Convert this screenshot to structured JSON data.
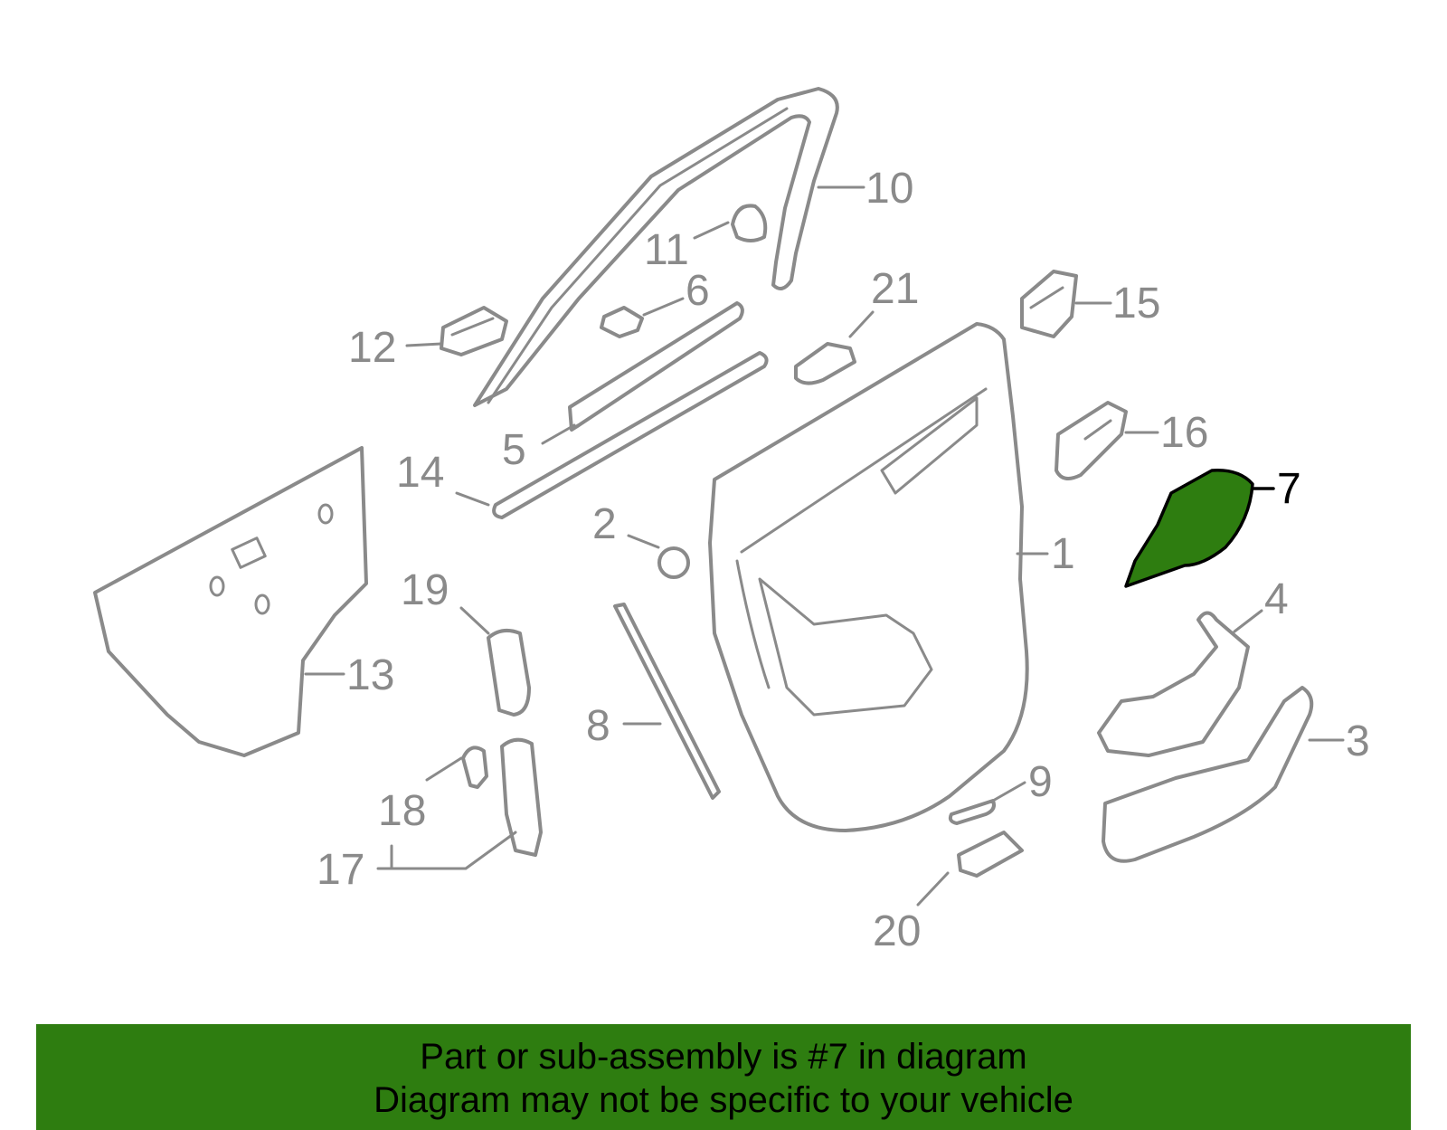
{
  "highlight": {
    "part_number": "7",
    "color": "#2e7d10",
    "outline_color": "#000000"
  },
  "part_color": "#8a8a8a",
  "callouts": {
    "c1": "1",
    "c2": "2",
    "c3": "3",
    "c4": "4",
    "c5": "5",
    "c6": "6",
    "c7": "7",
    "c8": "8",
    "c9": "9",
    "c10": "10",
    "c11": "11",
    "c12": "12",
    "c13": "13",
    "c14": "14",
    "c15": "15",
    "c16": "16",
    "c17": "17",
    "c18": "18",
    "c19": "19",
    "c20": "20",
    "c21": "21"
  },
  "banner": {
    "background": "#2e7d10",
    "line1": "Part or sub-assembly is #7 in diagram",
    "line2": "Diagram may not be specific to your vehicle"
  }
}
